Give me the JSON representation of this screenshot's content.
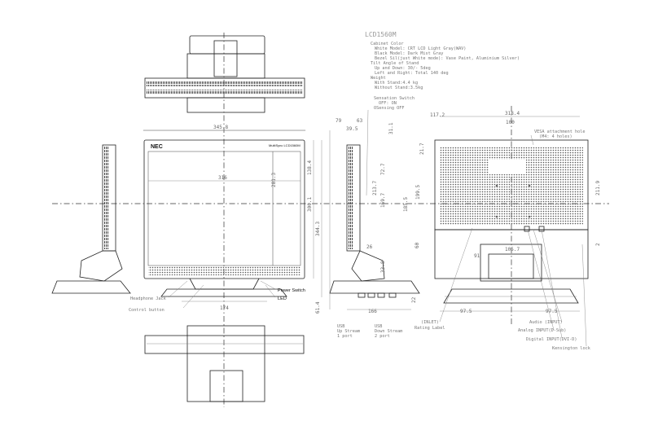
{
  "spec": {
    "model": "LCD1560M",
    "lines": [
      "Cabinet Color",
      "White Model: CRT LCD Light Gray(WAV)",
      "Black Model: Dark Mist Gray",
      "Bezel Sil(just White mode): Vase Paint, Aluminium Silver)",
      "Tilt Angle of Stand",
      "Up and Down: 30/- 5deg",
      "Left and Right: Total 140 deg",
      "Weight",
      "With Stand:4.4 kg",
      "Without Stand:3.5kg"
    ]
  },
  "front": {
    "brand": "NEC",
    "series": "MultiSync LCD1560M",
    "dims": {
      "width": "345.8",
      "inner": "316",
      "height": "281.3",
      "h2": "344.3",
      "h3": "300.1",
      "h4": "138.4",
      "bottom": "174",
      "side": "61.4"
    }
  },
  "labels": {
    "headphone": "Headphone Jack",
    "control": "Control button",
    "power": "Power Switch",
    "led": "LED",
    "sensation": "Sensation Switch",
    "sens_on": "OFF: ON",
    "sens_off": "OSensing OFF",
    "usb_up": "USB",
    "usb_up2": "Up Stream",
    "usb_up3": "1 port",
    "usb_down": "USB",
    "usb_down2": "Down Stream",
    "usb_down3": "2 port",
    "inlet": "(INLET)",
    "rating": "Rating Label",
    "audio": "Audio (INPUT)",
    "analog": "Analog INPUT(D-Sub)",
    "digital": "Digital INPUT(DVI-D)",
    "kensington": "Kensington lock",
    "vesa": "VESA attachment hole",
    "vesa2": "(M4: 4 holes)"
  },
  "side_dims": {
    "d1": "79",
    "d2": "63",
    "d3": "39.5",
    "d4": "31.1",
    "d5": "72.7",
    "d6": "213.7",
    "d7": "169.7",
    "d8": "185.5",
    "d9": "33.8",
    "d10": "26",
    "d11": "166",
    "d12": "22"
  },
  "rear_dims": {
    "r1": "117.2",
    "r2": "318.4",
    "r3": "100",
    "r4": "199.5",
    "r5": "211.9",
    "r6": "60",
    "r7": "91",
    "r8": "105.7",
    "r9": "97.5",
    "r10": "97.5",
    "r11": "2",
    "r12": "21.7"
  }
}
